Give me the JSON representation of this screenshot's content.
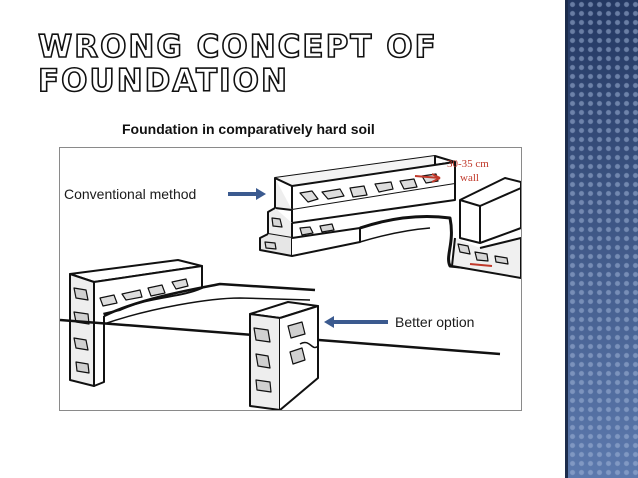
{
  "slide": {
    "title_lines": [
      "Wrong concept of",
      "foundation"
    ],
    "subtitle": "Foundation in comparatively hard soil",
    "figure": {
      "label_conventional": "Conventional method",
      "label_better": "Better option",
      "dimension_line1": "30-35 cm",
      "dimension_line2": "wall"
    }
  },
  "colors": {
    "side_strip": "#3a4f7a",
    "arrow": "#3b5a8f",
    "dimension_text": "#c0392b"
  },
  "icons": {
    "arrow_conventional": "arrow-right-icon",
    "arrow_better": "arrow-left-icon"
  }
}
